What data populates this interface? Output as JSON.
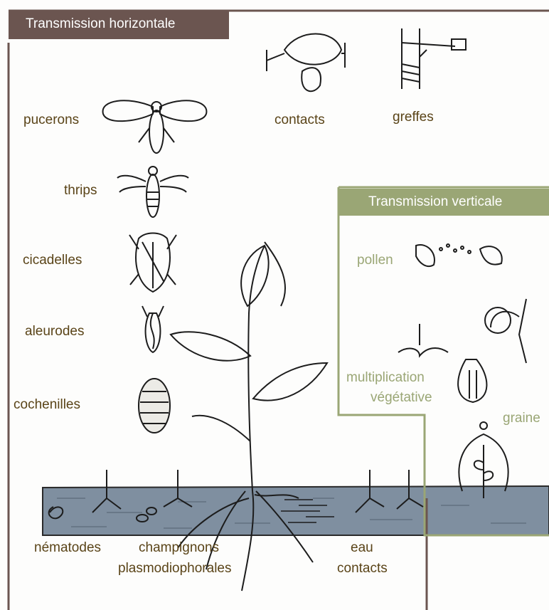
{
  "headers": {
    "horizontal": "Transmission horizontale",
    "vertical": "Transmission verticale"
  },
  "labels": {
    "pucerons": "pucerons",
    "thrips": "thrips",
    "cicadelles": "cicadelles",
    "aleurodes": "aleurodes",
    "cochenilles": "cochenilles",
    "contacts": "contacts",
    "greffes": "greffes",
    "pollen": "pollen",
    "multiplication": "multiplication",
    "vegetative": "végétative",
    "graine": "graine",
    "nematodes": "nématodes",
    "champignons": "champignons",
    "plasmodiophorales": "plasmodiophorales",
    "eau": "eau",
    "contacts_sol": "contacts"
  },
  "colors": {
    "horizontal_frame": "#6b5550",
    "vertical_frame": "#9aa675",
    "soil": "#7f8fa0",
    "label_text": "#5a4418",
    "vertical_text": "#9aa675"
  }
}
